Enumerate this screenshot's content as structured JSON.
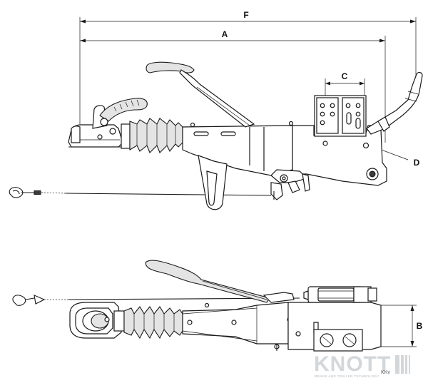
{
  "dimensions": {
    "F": "F",
    "A": "A",
    "C": "C",
    "D": "D",
    "B": "B"
  },
  "brand": {
    "name": "KNOTT",
    "tagline": "BRAKE AND TRAILER TECHNOLOGY",
    "code": "KKv"
  },
  "colors": {
    "line": "#1a1a1a",
    "logo": "#d4d7da"
  }
}
